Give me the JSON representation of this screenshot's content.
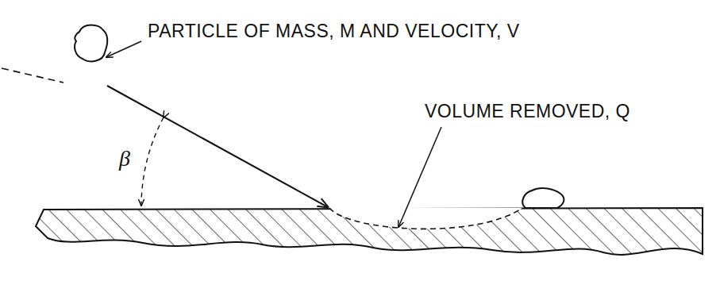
{
  "diagram": {
    "labels": [
      "PARTICLE OF MASS, M AND VELOCITY, V",
      "VOLUME REMOVED, Q",
      "β"
    ]
  }
}
